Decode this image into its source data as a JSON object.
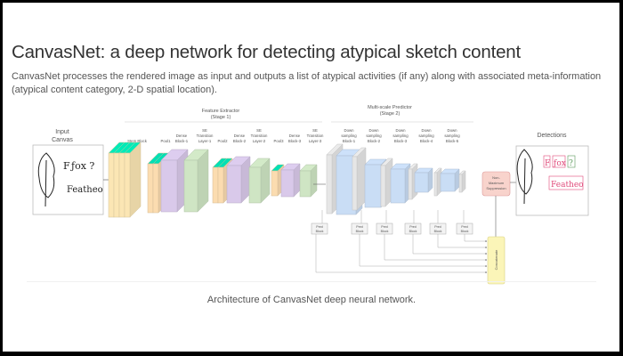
{
  "page": {
    "title": "CanvasNet: a deep network for detecting atypical sketch content",
    "description": "CanvasNet processes the rendered image as input and outputs a list of atypical activities (if any) along with associated meta-information (atypical content category, 2-D spatial location).",
    "caption": "Architecture of CanvasNet deep neural network."
  },
  "diagram": {
    "input": {
      "label_line1": "Input",
      "label_line2": "Canvas",
      "text1": "F",
      "text2": "ƒox ?",
      "text3": "Featheo"
    },
    "stage1": {
      "line1": "Feature Extractor",
      "line2": "(Stage 1)"
    },
    "stage2": {
      "line1": "Multi-scale Predictor",
      "line2": "(Stage 2)"
    },
    "stage1_blocks": [
      {
        "lines": [
          "Stem Block"
        ]
      },
      {
        "lines": [
          "Pool1"
        ]
      },
      {
        "lines": [
          "Dense",
          "Block-1"
        ]
      },
      {
        "lines": [
          "SE",
          "Transition",
          "Layer-1"
        ]
      },
      {
        "lines": [
          "Pool2"
        ]
      },
      {
        "lines": [
          "Dense",
          "Block-2"
        ]
      },
      {
        "lines": [
          "SE",
          "Transition",
          "Layer-2"
        ]
      },
      {
        "lines": [
          "Pool3"
        ]
      },
      {
        "lines": [
          "Dense",
          "Block-3"
        ]
      },
      {
        "lines": [
          "SE",
          "Transition",
          "Layer-3"
        ]
      }
    ],
    "stage2_blocks": [
      {
        "lines": [
          "Down",
          "sampling",
          "Block-1"
        ]
      },
      {
        "lines": [
          "Down",
          "sampling",
          "Block-2"
        ]
      },
      {
        "lines": [
          "Down",
          "sampling",
          "Block-3"
        ]
      },
      {
        "lines": [
          "Down",
          "sampling",
          "Block-4"
        ]
      },
      {
        "lines": [
          "Down",
          "sampling",
          "Block-5"
        ]
      }
    ],
    "pred_block": [
      "Pred",
      "Block"
    ],
    "pred_block_count": 6,
    "nms": [
      "Non-",
      "Maximum",
      "Suppression"
    ],
    "concat": "Concatenate",
    "output_label": "Detections",
    "colors": {
      "stem": "#fbe6b4",
      "pool": "#fbdcb0",
      "dense": "#d9c9ea",
      "se": "#cfe5c4",
      "down": "#c9ddf5",
      "gray": "#e6e6e6",
      "nms": "#f8d3cc",
      "concat": "#fbf5b8",
      "detect_red": "#e04a7a",
      "detect_green": "#5a9a5a"
    }
  }
}
